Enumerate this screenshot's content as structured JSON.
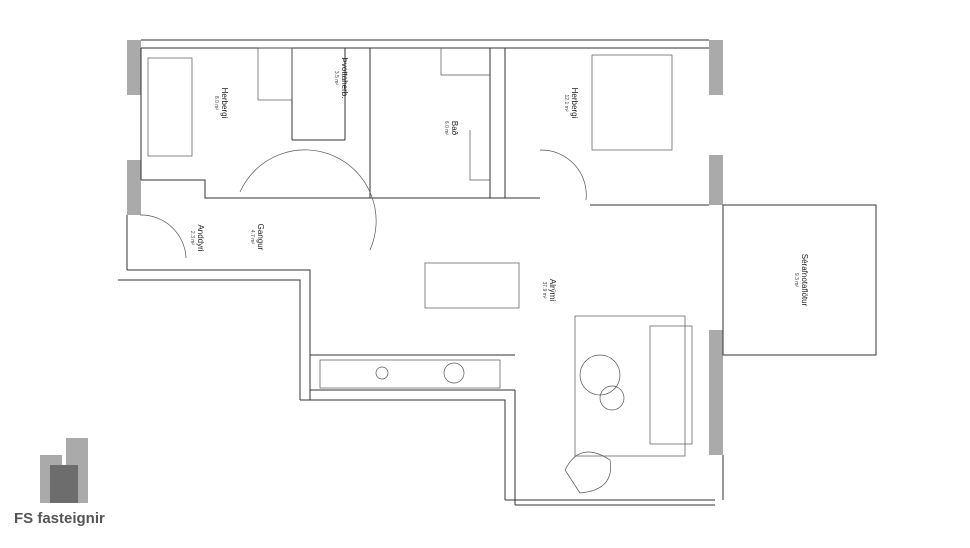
{
  "rooms": [
    {
      "name": "Herbergi",
      "area": "8.0 m²"
    },
    {
      "name": "Þvottaherb.",
      "area": "3.5 m²"
    },
    {
      "name": "Bað",
      "area": "6.0 m²"
    },
    {
      "name": "Herbergi",
      "area": "12.1 m²"
    },
    {
      "name": "Anddyri",
      "area": "2.3 m²"
    },
    {
      "name": "Gangur",
      "area": "4.7 m²"
    },
    {
      "name": "Alrými",
      "area": "37.9 m²"
    },
    {
      "name": "Sérafnotaflötur",
      "area": "9.3 m²"
    }
  ],
  "logo": {
    "text": "FS fasteignir",
    "color": "#8c8c8c"
  }
}
